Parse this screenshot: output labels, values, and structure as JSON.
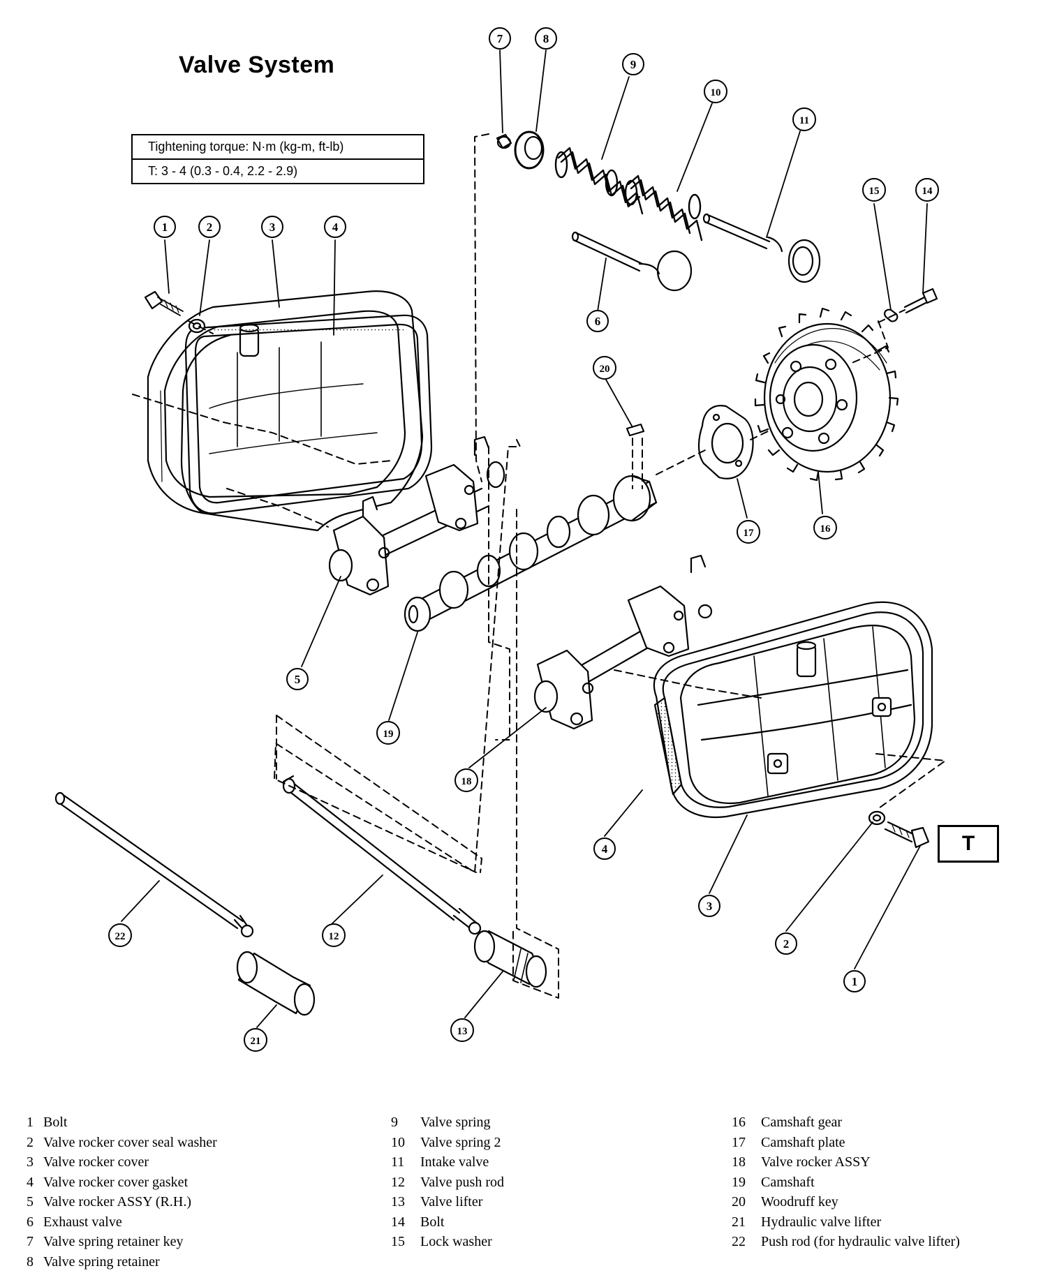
{
  "title": "Valve System",
  "torque_table": {
    "header": "Tightening torque:  N·m (kg-m, ft-lb)",
    "value": "T:  3 - 4 (0.3 - 0.4, 2.2 - 2.9)"
  },
  "torque_marker": "T",
  "parts": [
    {
      "no": "1",
      "name": "Bolt"
    },
    {
      "no": "2",
      "name": "Valve rocker cover seal washer"
    },
    {
      "no": "3",
      "name": "Valve rocker cover"
    },
    {
      "no": "4",
      "name": "Valve rocker cover gasket"
    },
    {
      "no": "5",
      "name": "Valve rocker ASSY (R.H.)"
    },
    {
      "no": "6",
      "name": "Exhaust valve"
    },
    {
      "no": "7",
      "name": "Valve spring retainer key"
    },
    {
      "no": "8",
      "name": "Valve spring retainer"
    },
    {
      "no": "9",
      "name": "Valve spring"
    },
    {
      "no": "10",
      "name": "Valve spring 2"
    },
    {
      "no": "11",
      "name": "Intake valve"
    },
    {
      "no": "12",
      "name": "Valve push rod"
    },
    {
      "no": "13",
      "name": "Valve lifter"
    },
    {
      "no": "14",
      "name": "Bolt"
    },
    {
      "no": "15",
      "name": "Lock washer"
    },
    {
      "no": "16",
      "name": "Camshaft gear"
    },
    {
      "no": "17",
      "name": "Camshaft plate"
    },
    {
      "no": "18",
      "name": "Valve rocker ASSY"
    },
    {
      "no": "19",
      "name": "Camshaft"
    },
    {
      "no": "20",
      "name": "Woodruff key"
    },
    {
      "no": "21",
      "name": "Hydraulic valve lifter"
    },
    {
      "no": "22",
      "name": "Push rod (for hydraulic  valve lifter)"
    }
  ],
  "callout_labels": [
    "1",
    "2",
    "3",
    "4",
    "5",
    "6",
    "7",
    "8",
    "9",
    "10",
    "11",
    "12",
    "13",
    "14",
    "15",
    "16",
    "17",
    "18",
    "19",
    "20",
    "21",
    "22",
    "4",
    "3",
    "2",
    "1"
  ]
}
